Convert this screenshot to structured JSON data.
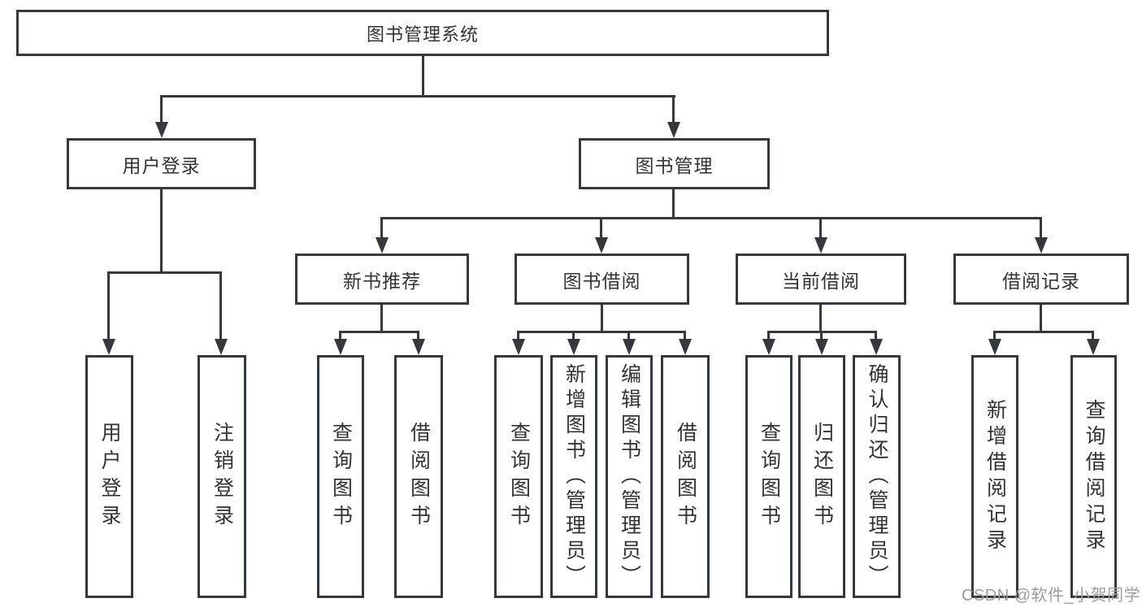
{
  "diagram": {
    "root": {
      "label": "图书管理系统"
    },
    "branches": [
      {
        "label": "用户登录",
        "children": [
          "用户登录",
          "注销登录"
        ]
      },
      {
        "label": "图书管理",
        "groups": [
          {
            "label": "新书推荐",
            "children": [
              "查询图书",
              "借阅图书"
            ]
          },
          {
            "label": "图书借阅",
            "children": [
              "查询图书",
              "新增图书（管理员）",
              "编辑图书（管理员）",
              "借阅图书"
            ]
          },
          {
            "label": "当前借阅",
            "children": [
              "查询图书",
              "归还图书",
              "确认归还（管理员）"
            ]
          },
          {
            "label": "借阅记录",
            "children": [
              "新增借阅记录",
              "查询借阅记录"
            ]
          }
        ]
      }
    ]
  },
  "watermark": {
    "text": "CSDN @软件_小贺同学"
  },
  "colors": {
    "line": "#35383d",
    "node_text": "#333333",
    "node_background": "#ffffff",
    "watermark_text": "#9c9c9c",
    "page_background": "#ffffff"
  }
}
